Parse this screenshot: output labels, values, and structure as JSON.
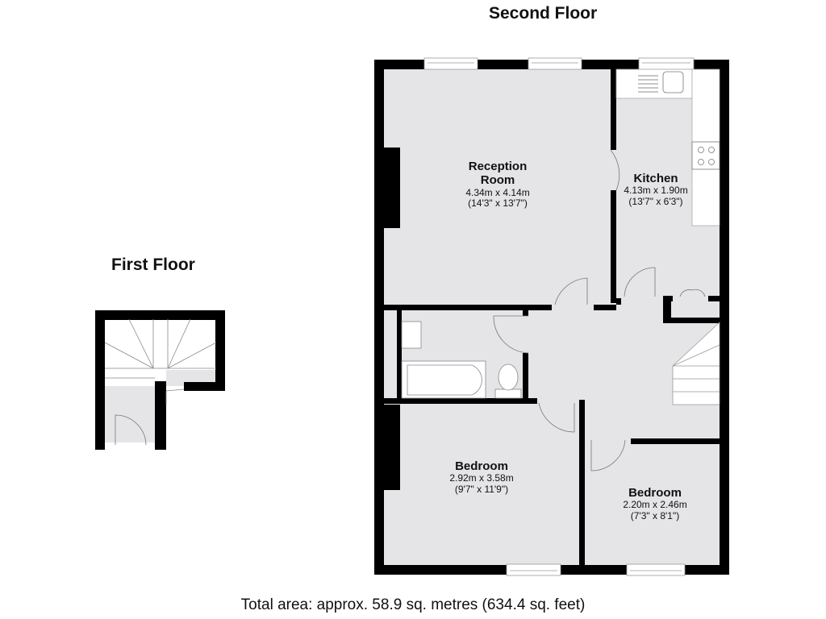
{
  "floors": {
    "second": {
      "title": "Second Floor",
      "rooms": [
        {
          "name_line1": "Reception",
          "name_line2": "Room",
          "metric": "4.34m x 4.14m",
          "imperial": "(14'3\" x 13'7\")"
        },
        {
          "name": "Kitchen",
          "metric": "4.13m x 1.90m",
          "imperial": "(13'7\" x 6'3\")"
        },
        {
          "name": "Bedroom",
          "metric": "2.92m x 3.58m",
          "imperial": "(9'7\" x 11'9\")"
        },
        {
          "name": "Bedroom",
          "metric": "2.20m x 2.46m",
          "imperial": "(7'3\" x 8'1\")"
        }
      ]
    },
    "first": {
      "title": "First Floor"
    }
  },
  "footer": {
    "total_area": "Total area: approx. 58.9 sq. metres (634.4 sq. feet)"
  },
  "colors": {
    "wall": "#000000",
    "floor": "#e5e5e8",
    "fixture": "#ffffff",
    "line": "#888888"
  }
}
